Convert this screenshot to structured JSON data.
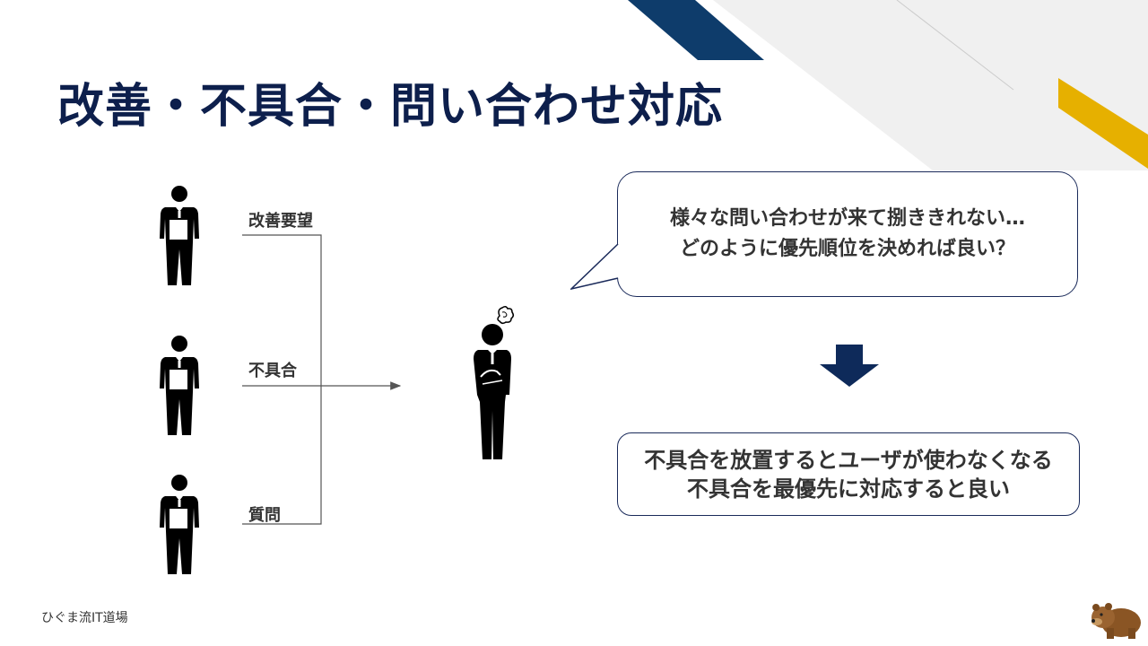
{
  "slide": {
    "title": "改善・不具合・問い合わせ対応",
    "requests": [
      {
        "label": "改善要望"
      },
      {
        "label": "不具合"
      },
      {
        "label": "質問"
      }
    ],
    "bubble": {
      "line1": "様々な問い合わせが来て捌ききれない…",
      "line2": "どのように優先順位を決めれば良い？"
    },
    "conclusion": {
      "line1": "不具合を放置するとユーザが使わなくなる",
      "line2": "不具合を最優先に対応すると良い"
    },
    "footer": "ひぐま流IT道場",
    "icons": {
      "requesters": "businessman-holding-document-icon",
      "receiver": "confused-businessman-icon",
      "arrow": "down-arrow-icon",
      "mascot": "bear-icon"
    },
    "colors": {
      "title": "#0d1f4c",
      "navy": "#0e3c6b",
      "gold": "#e6b000",
      "light_gray": "#f0f0f0",
      "box_border": "#1a2a5a",
      "arrow": "#0e2a5a",
      "text": "#333333"
    }
  }
}
